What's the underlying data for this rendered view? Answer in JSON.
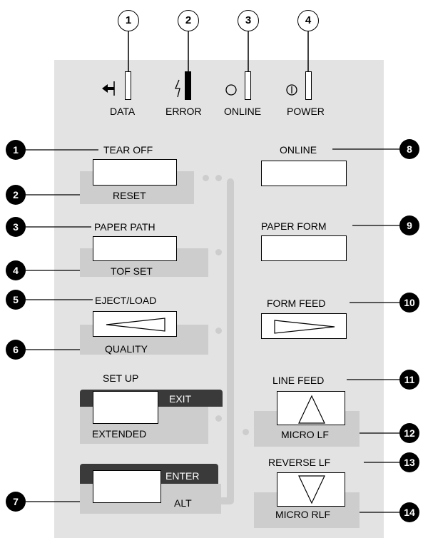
{
  "top_callouts": [
    "1",
    "2",
    "3",
    "4"
  ],
  "indicators": [
    {
      "label": "DATA",
      "icon": "data-arrow-icon",
      "led": "light"
    },
    {
      "label": "ERROR",
      "icon": "lightning-icon",
      "led": "dark"
    },
    {
      "label": "ONLINE",
      "icon": "circle-icon",
      "led": "light"
    },
    {
      "label": "POWER",
      "icon": "power-icon",
      "led": "light"
    }
  ],
  "left_buttons": {
    "tear_off": "TEAR OFF",
    "reset": "RESET",
    "paper_path": "PAPER PATH",
    "tof_set": "TOF SET",
    "eject_load": "EJECT/LOAD",
    "quality": "QUALITY",
    "set_up": "SET UP",
    "exit": "EXIT",
    "extended": "EXTENDED",
    "enter": "ENTER",
    "alt": "ALT"
  },
  "right_buttons": {
    "online": "ONLINE",
    "paper_form": "PAPER FORM",
    "form_feed": "FORM FEED",
    "line_feed": "LINE FEED",
    "micro_lf": "MICRO LF",
    "reverse_lf": "REVERSE LF",
    "micro_rlf": "MICRO RLF"
  },
  "side_callouts": [
    "1",
    "2",
    "3",
    "4",
    "5",
    "6",
    "7",
    "8",
    "9",
    "10",
    "11",
    "12",
    "13",
    "14"
  ],
  "colors": {
    "panel": "#e3e3e3",
    "band": "#cdcdcd",
    "dark_band": "#3a3a3a",
    "error_led": "#000000"
  }
}
